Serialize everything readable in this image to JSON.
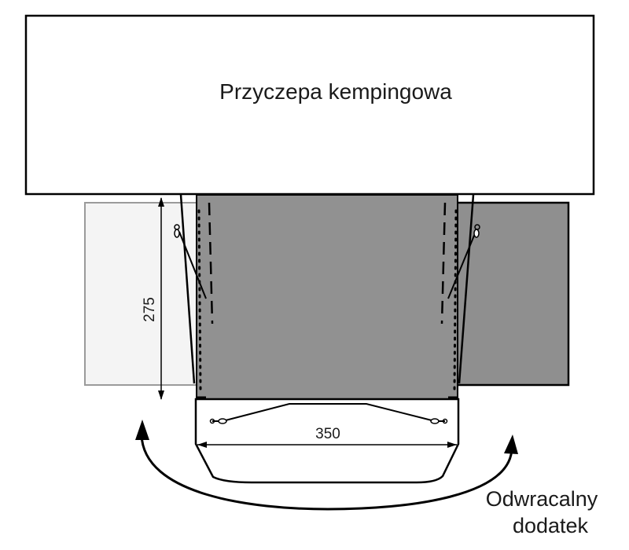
{
  "trailer": {
    "label": "Przyczepa kempingowa"
  },
  "dimensions": {
    "depth": {
      "value": "275"
    },
    "width": {
      "value": "350"
    }
  },
  "annex": {
    "label_line1": "Odwracalny",
    "label_line2": "dodatek"
  },
  "colors": {
    "outline": "#000000",
    "awning_dark": "#919191",
    "panel_right": "#8f8f8f",
    "panel_left": "#f4f4f4",
    "panel_left_border": "#9a9a9a",
    "trailer_fill": "#ffffff"
  }
}
